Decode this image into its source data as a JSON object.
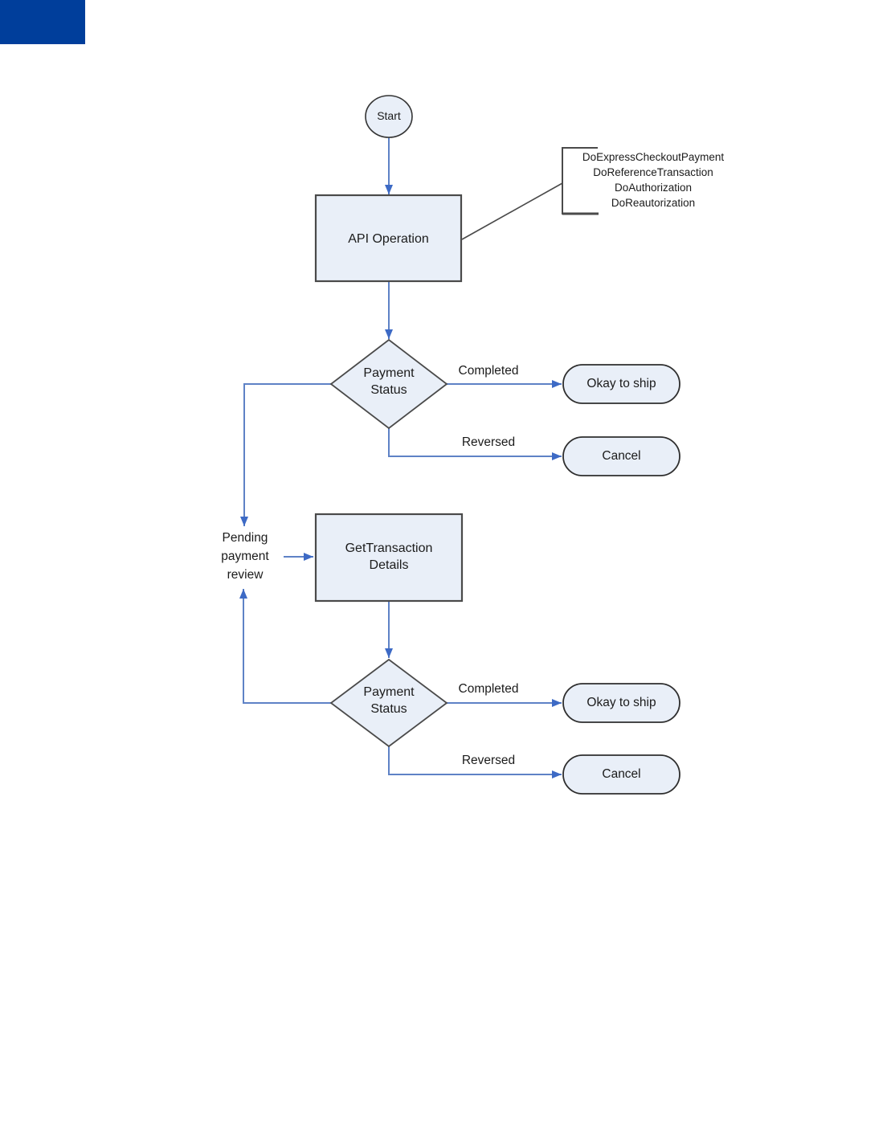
{
  "page": {
    "background": "#FFFFFF"
  },
  "header_block": {
    "color": "#003E9B"
  },
  "palette": {
    "node_fill": "#E9EFF8",
    "node_border": "#4A4A4A",
    "terminal_border": "#2E2E2E",
    "arrow_line": "#5E82C6",
    "arrow_head": "#3D6AC5",
    "callout_line": "#4A4A4A",
    "text": "#1B1B1B"
  },
  "nodes": {
    "start": {
      "type": "start-circle",
      "label": "Start"
    },
    "api_operation": {
      "type": "process",
      "label": "API Operation"
    },
    "payment_status_1": {
      "type": "decision",
      "line1": "Payment",
      "line2": "Status"
    },
    "okay_to_ship_1": {
      "type": "terminator",
      "label": "Okay to ship"
    },
    "cancel_1": {
      "type": "terminator",
      "label": "Cancel"
    },
    "pending_payment_review": {
      "type": "annotation",
      "line1": "Pending",
      "line2": "payment",
      "line3": "review"
    },
    "get_transaction_details": {
      "type": "process",
      "line1": "GetTransaction",
      "line2": "Details"
    },
    "payment_status_2": {
      "type": "decision",
      "line1": "Payment",
      "line2": "Status"
    },
    "okay_to_ship_2": {
      "type": "terminator",
      "label": "Okay to ship"
    },
    "cancel_2": {
      "type": "terminator",
      "label": "Cancel"
    }
  },
  "edge_labels": {
    "completed_1": "Completed",
    "reversed_1": "Reversed",
    "completed_2": "Completed",
    "reversed_2": "Reversed"
  },
  "callout": {
    "line1": "DoExpressCheckoutPayment",
    "line2": "DoReferenceTransaction",
    "line3": "DoAuthorization",
    "line4": "DoReautorization"
  }
}
